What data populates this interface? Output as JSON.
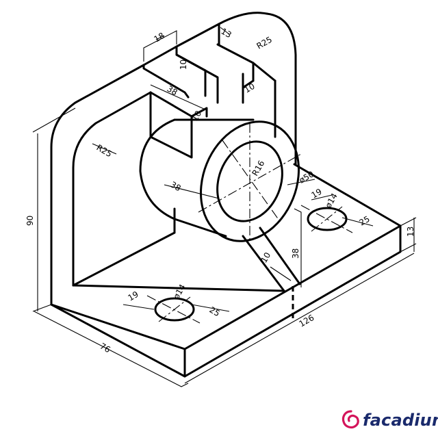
{
  "dimensions": {
    "d18": "18",
    "d13": "13",
    "r25_top": "R25",
    "d10_slot_left": "10",
    "d10_slot_right": "10",
    "d38_top": "38",
    "d10_block": "10",
    "r25_left": "R25",
    "d90": "90",
    "r16": "R16",
    "d38_boss": "38",
    "phi50": "ø50",
    "d19_right": "19",
    "phi14_right": "ø14",
    "d25_right": "25",
    "d13_right": "13",
    "d38_rib": "38",
    "d10_rib": "10",
    "d19_left": "19",
    "phi14_left": "ø14",
    "d25_left": "25",
    "d126": "126",
    "d76": "76"
  },
  "brand": {
    "name": "facadium",
    "color": "#1a2a6c",
    "accent": "#d4145a"
  }
}
